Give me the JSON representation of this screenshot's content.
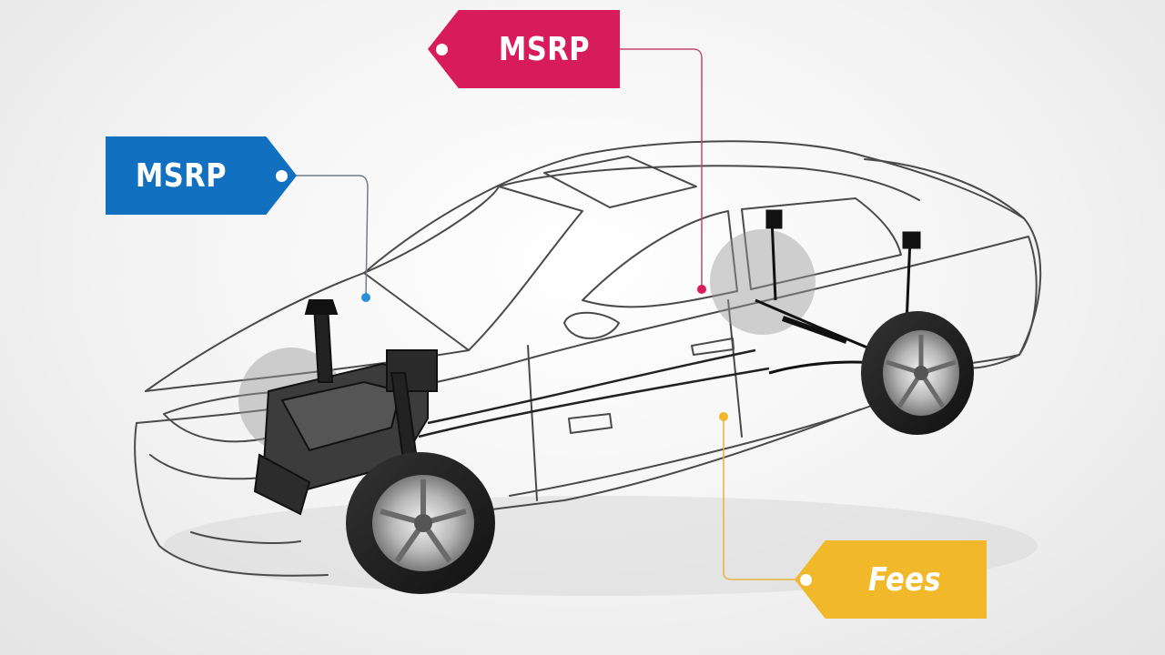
{
  "labels": {
    "blue_tag": "MSRP",
    "pink_tag": "MSRP",
    "yellow_tag": "Fees"
  },
  "colors": {
    "blue": "#1170c0",
    "pink": "#d81c5b",
    "yellow": "#f1b82a"
  },
  "icons": {
    "car": "sedan-cutaway-illustration",
    "wheels": "alloy-wheel-icon"
  }
}
